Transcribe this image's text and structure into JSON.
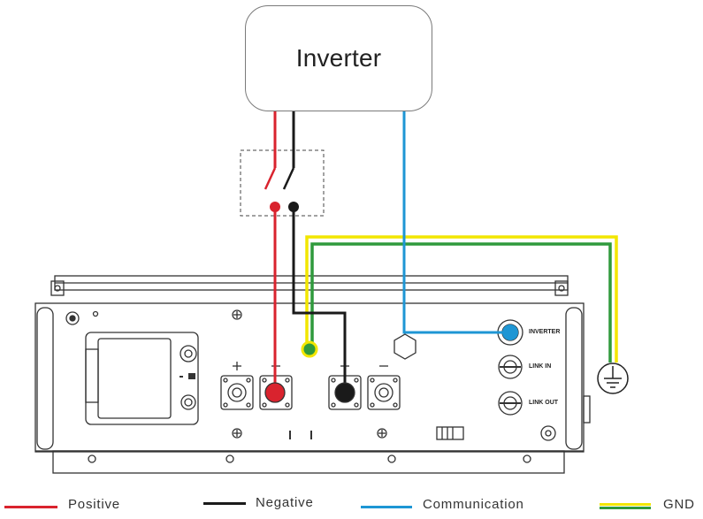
{
  "inverter": {
    "label": "Inverter"
  },
  "ports": {
    "inverter": "INVERTER",
    "link_in": "LINK IN",
    "link_out": "LINK OUT"
  },
  "terminals": {
    "plus": "+",
    "minus": "−"
  },
  "legend": [
    {
      "label": "Positive",
      "color": "#d9232e"
    },
    {
      "label": "Negative",
      "color": "#1a1a1a"
    },
    {
      "label": "Communication",
      "color": "#1e96d4"
    },
    {
      "label": "GND",
      "colors": [
        "#f2e600",
        "#2f9a3c"
      ]
    }
  ],
  "colors": {
    "positive": "#d9232e",
    "negative": "#1a1a1a",
    "communication": "#1e96d4",
    "gnd_yellow": "#f2e600",
    "gnd_green": "#2f9a3c",
    "outline": "#333333"
  }
}
